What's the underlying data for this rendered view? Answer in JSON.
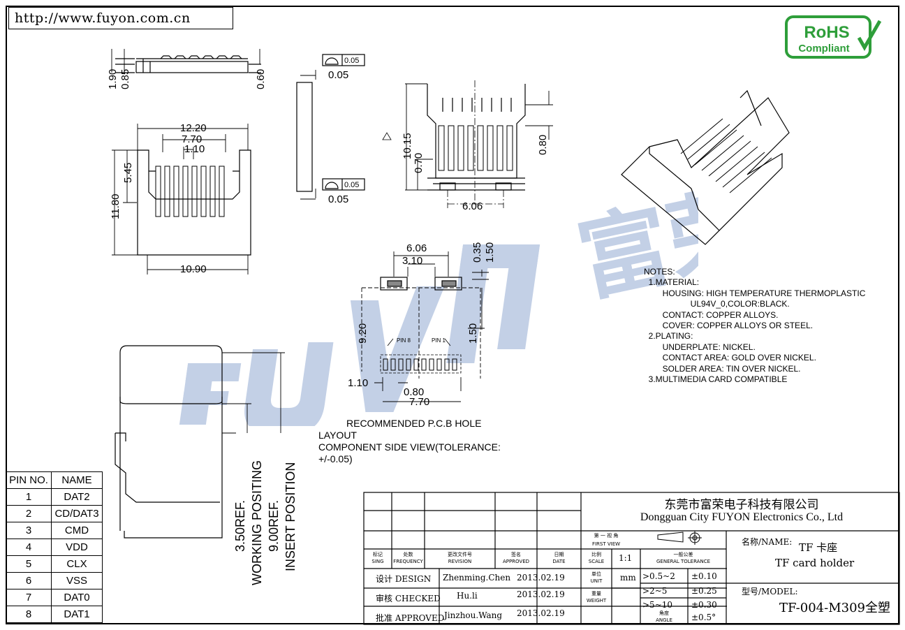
{
  "url": "http://www.fuyon.com.cn",
  "rohs": {
    "line1": "RoHS",
    "line2": "Compliant",
    "color": "#2e9e3a"
  },
  "watermark": {
    "latin": "FUYON",
    "cjk": "富荣",
    "color": "#b9c8e2"
  },
  "dims": {
    "side": {
      "h1": "1.90",
      "h2": "0.85",
      "h3": "0.60"
    },
    "top": {
      "w1": "12.20",
      "w2": "7.70",
      "w3": "1.10",
      "h1": "5.45",
      "h2": "11.80",
      "w4": "10.90"
    },
    "flat": {
      "tol1": "0.05",
      "d1": "0.05",
      "tol2": "0.05",
      "d2": "0.05"
    },
    "front": {
      "h1": "10.15",
      "h2": "0.70",
      "h3": "0.80",
      "w1": "6.06"
    },
    "pcb": {
      "w1": "6.06",
      "w2": "3.10",
      "h1": "0.35",
      "h2": "1.50",
      "h3": "9.20",
      "h4": "1.50",
      "pin8": "PIN 8",
      "pin1": "PIN 1",
      "w3": "1.10",
      "w4": "0.80",
      "w5": "7.70"
    },
    "insert": {
      "d1": "3.50REF.",
      "d1b": "WORKING POSITING",
      "d2": "9.00REF.",
      "d2b": "INSERT POSITION"
    }
  },
  "pcb_caption": {
    "line1": "RECOMMENDED P.C.B HOLE",
    "line2": "LAYOUT",
    "line3": "COMPONENT SIDE VIEW(TOLERANCE:",
    "line4": "+/-0.05)"
  },
  "notes": {
    "title": "NOTES:",
    "lines": [
      "  1.MATERIAL:",
      "        HOUSING: HIGH TEMPERATURE THERMOPLASTIC",
      "                    UL94V_0,COLOR:BLACK.",
      "        CONTACT: COPPER ALLOYS.",
      "        COVER: COPPER ALLOYS OR STEEL.",
      "  2.PLATING:",
      "        UNDERPLATE: NICKEL.",
      "        CONTACT AREA: GOLD OVER NICKEL.",
      "        SOLDER AREA: TIN OVER NICKEL.",
      "  3.MULTIMEDIA CARD COMPATIBLE"
    ]
  },
  "pin_table": {
    "headers": [
      "PIN NO.",
      "NAME"
    ],
    "rows": [
      [
        "1",
        "DAT2"
      ],
      [
        "2",
        "CD/DAT3"
      ],
      [
        "3",
        "CMD"
      ],
      [
        "4",
        "VDD"
      ],
      [
        "5",
        "CLX"
      ],
      [
        "6",
        "VSS"
      ],
      [
        "7",
        "DAT0"
      ],
      [
        "8",
        "DAT1"
      ]
    ]
  },
  "title_block": {
    "company_cn": "东莞市富荣电子科技有限公司",
    "company_en": "Dongguan City FUYON Electronics Co., Ltd",
    "first_view": "第 一 视 角",
    "first_view_en": "FIRST VIEW",
    "rev_headers": [
      {
        "cn": "标记",
        "en": "SING"
      },
      {
        "cn": "处数",
        "en": "FREQUENCY"
      },
      {
        "cn": "更改文件号",
        "en": "REVISION"
      },
      {
        "cn": "签名",
        "en": "APPROVED"
      },
      {
        "cn": "日期",
        "en": "DATE"
      }
    ],
    "scale_label_cn": "比例",
    "scale_label_en": "SCALE",
    "scale_value": "1:1",
    "tolerance_cn": "一般公差",
    "tolerance_en": "GENERAL TOLERANCE",
    "unit_cn": "单位",
    "unit_en": "UNIT",
    "unit_value": "mm",
    "weight_cn": "重量",
    "weight_en": "WEIGHT",
    "angle_cn": "角度",
    "angle_en": "ANGLE",
    "tolerances": [
      {
        "range": ">0.5~2",
        "tol": "±0.10"
      },
      {
        "range": ">2~5",
        "tol": "±0.25"
      },
      {
        "range": ">5~10",
        "tol": "±0.30"
      },
      {
        "range": "",
        "tol": "±0.5°"
      }
    ],
    "approvals": [
      {
        "role": "设计 DESIGN",
        "name": "Zhenming.Chen",
        "date": "2013.02.19"
      },
      {
        "role": "审核 CHECKED",
        "name": "Hu.li",
        "date": "2013.02.19"
      },
      {
        "role": "批准 APPROVED",
        "name": "Jinzhou.Wang",
        "date": "2013.02.19"
      }
    ],
    "name_label": "名称/NAME:",
    "name_cn": "TF 卡座",
    "name_en": "TF card holder",
    "model_label": "型号/MODEL:",
    "model_value": "TF-004-M309全塑"
  }
}
